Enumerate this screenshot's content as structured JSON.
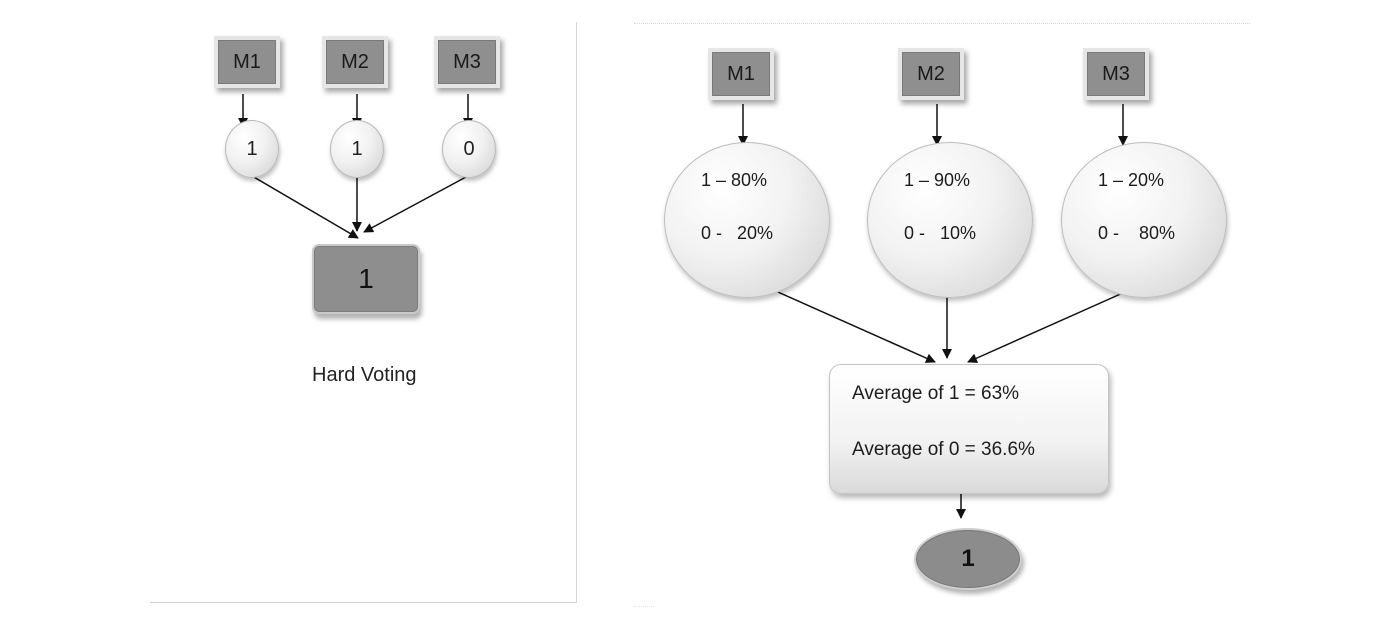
{
  "hard_voting": {
    "models": [
      "M1",
      "M2",
      "M3"
    ],
    "votes": [
      "1",
      "1",
      "0"
    ],
    "result": "1",
    "caption": "Hard Voting"
  },
  "soft_voting": {
    "models": [
      "M1",
      "M2",
      "M3"
    ],
    "predictions": [
      {
        "class1": "1 – 80%",
        "class0": "0 -   20%"
      },
      {
        "class1": "1 – 90%",
        "class0": "0 -   10%"
      },
      {
        "class1": "1 – 20%",
        "class0": "0 -    80%"
      }
    ],
    "average": {
      "class1": "Average of 1 = 63%",
      "class0": "Average of 0 = 36.6%"
    },
    "result": "1"
  },
  "colors": {
    "box_fill": "#8f8f8f",
    "arrow": "#111111",
    "bubble_light": "#f1f1f1"
  }
}
